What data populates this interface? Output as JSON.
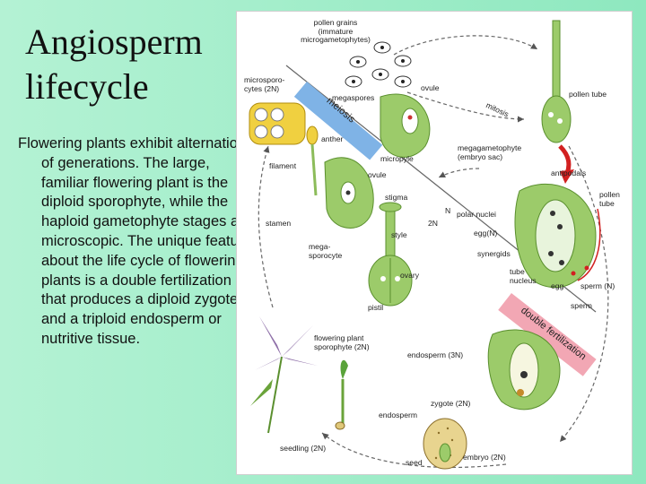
{
  "slide": {
    "title": "Angiosperm\nlifecycle",
    "body": "Flowering plants exhibit alternation of generations. The large, familiar flowering plant is the diploid sporophyte, while the haploid gametophyte stages are microscopic. The unique feature about the life cycle of flowering plants is a double fertilization that produces a diploid zygote and a triploid endosperm or nutritive tissue."
  },
  "diagram": {
    "labels": {
      "pollen_grains": "pollen grains\n(immature\nmicrogametophytes)",
      "microsporocytes": "microsporo-\ncytes (2N)",
      "megaspores": "megaspores",
      "ovule_top": "ovule",
      "pollen_tube_top": "pollen tube",
      "mitosis": "mitosis",
      "anther": "anther",
      "filament": "filament",
      "ovule_mid": "ovule",
      "micropyle": "micropyle",
      "megagametophyte": "megagametophyte\n(embryo sac)",
      "antipodals": "antipodals",
      "stigma": "stigma",
      "n_label": "N",
      "two_n_label": "2N",
      "stamen": "stamen",
      "style": "style",
      "megasporocyte": "mega-\nsporocyte",
      "ovary": "ovary",
      "pistil": "pistil",
      "polar_nuclei": "polar nuclei",
      "egg_n": "egg(N)",
      "synergids": "synergids",
      "tube_nucleus": "tube\nnucleus",
      "egg": "egg",
      "sperm_n": "sperm (N)",
      "pollen_tube_right": "pollen\ntube",
      "sperm": "sperm",
      "flowering_plant": "flowering plant\nsporophyte (2N)",
      "endosperm_3n": "endosperm (3N)",
      "zygote": "zygote (2N)",
      "endosperm": "endosperm",
      "seedling": "seedling (2N)",
      "seed": "seed",
      "embryo": "embryo (2N)"
    },
    "bands": {
      "meiosis": "meiosis",
      "double_fertilization": "double fertilization"
    },
    "colors": {
      "plant_green": "#9ccb6a",
      "dark_green": "#5a8f2e",
      "meiosis_band": "#7fb3e6",
      "fertilization_band": "#f2a7b4",
      "arrow_red": "#d22020",
      "pollen_yellow": "#f0d040"
    }
  }
}
